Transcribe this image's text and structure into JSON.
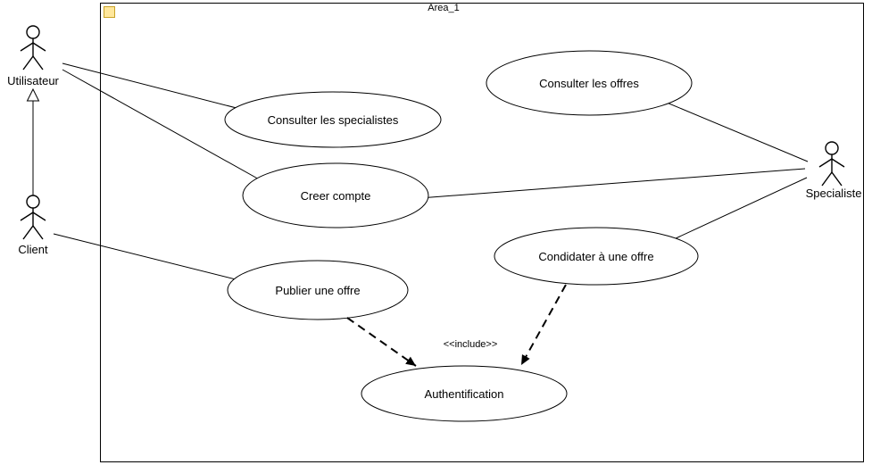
{
  "diagram": {
    "area": {
      "label": "Area_1"
    },
    "actors": {
      "utilisateur": {
        "label": "Utilisateur"
      },
      "client": {
        "label": "Client"
      },
      "specialiste": {
        "label": "Specialiste"
      }
    },
    "use_cases": {
      "consulter_specialistes": {
        "label": "Consulter les specialistes"
      },
      "consulter_offres": {
        "label": "Consulter les offres"
      },
      "creer_compte": {
        "label": "Creer compte"
      },
      "condidater_offre": {
        "label": "Condidater à une offre"
      },
      "publier_offre": {
        "label": "Publier une offre"
      },
      "authentification": {
        "label": "Authentification"
      }
    },
    "stereotypes": {
      "include": "<<include>>"
    },
    "colors": {
      "stroke": "#000000",
      "background": "#FFFFFF",
      "area_icon_fill": "#FFE79C",
      "area_icon_border": "#C9A227"
    }
  }
}
